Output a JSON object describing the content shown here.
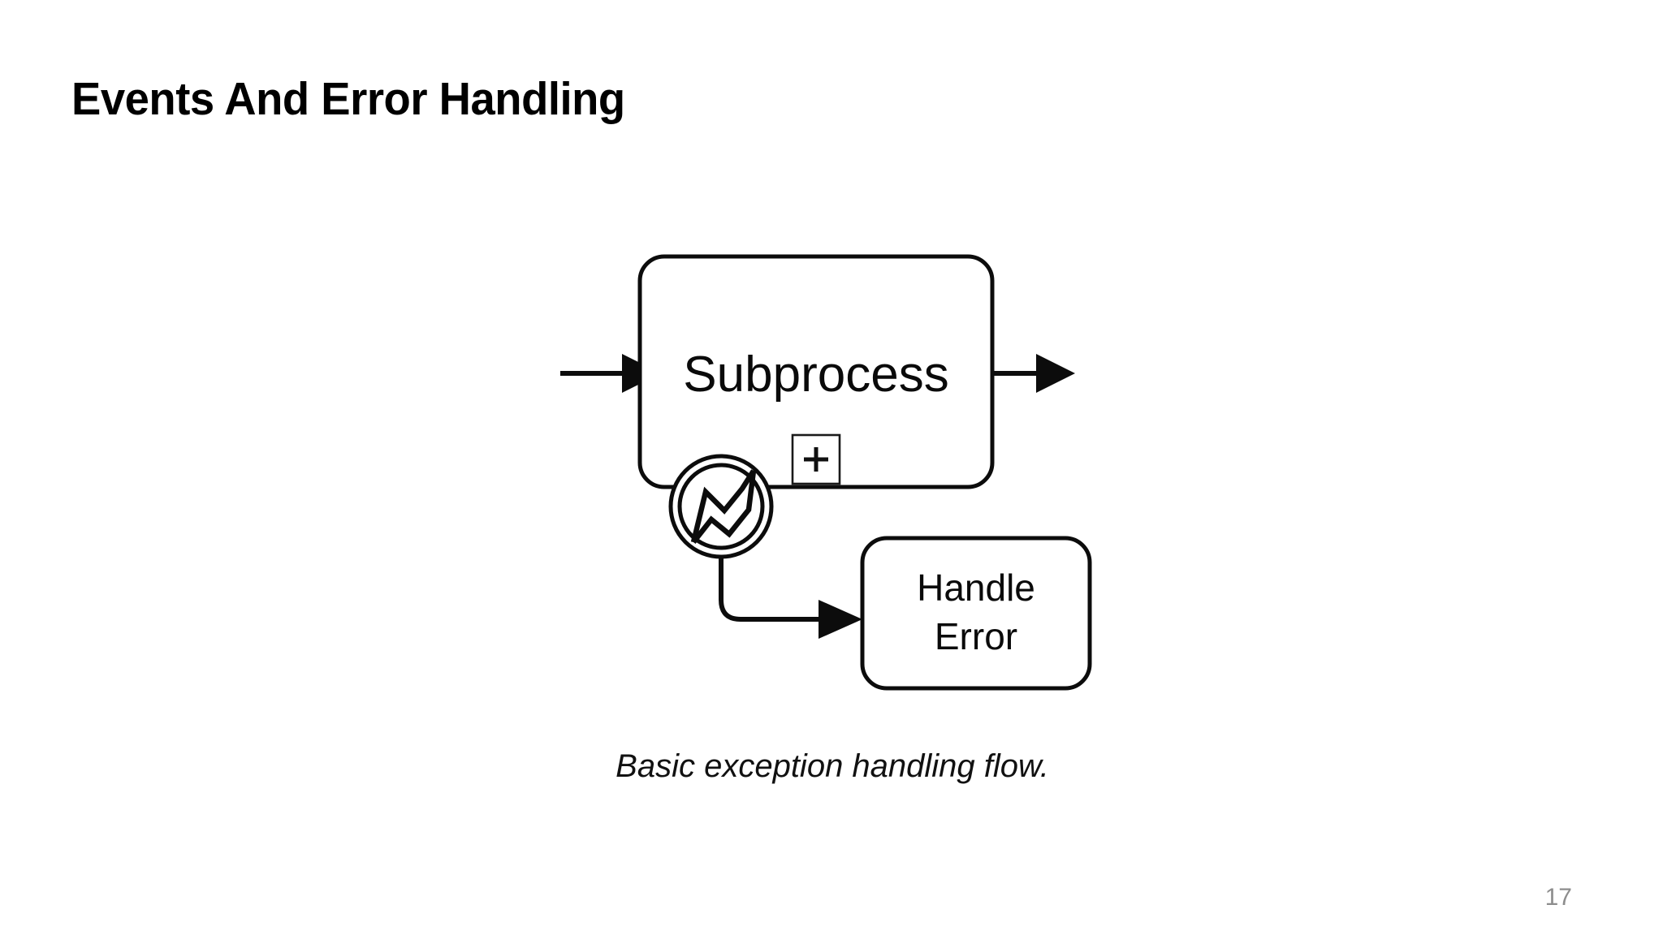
{
  "slide": {
    "title": "Events And Error Handling",
    "page_number": "17",
    "background_color": "#ffffff",
    "title_color": "#000000",
    "page_number_color": "#8d8d8d"
  },
  "figure": {
    "caption": "Basic exception handling flow.",
    "stroke_color": "#0c0c0c",
    "fill_color": "#ffffff",
    "nodes": [
      {
        "id": "subprocess",
        "type": "collapsed-subprocess",
        "label": "Subprocess",
        "marker": "plus"
      },
      {
        "id": "handle-error",
        "type": "task",
        "label_line_1": "Handle",
        "label_line_2": "Error"
      }
    ],
    "events": [
      {
        "id": "error-boundary-event",
        "type": "boundary-error-event",
        "attached_to": "subprocess",
        "icon": "lightning-bolt"
      }
    ],
    "flows": [
      {
        "id": "incoming-flow",
        "from": "",
        "to": "subprocess"
      },
      {
        "id": "outgoing-flow",
        "from": "subprocess",
        "to": ""
      },
      {
        "id": "error-flow",
        "from": "error-boundary-event",
        "to": "handle-error"
      }
    ]
  }
}
